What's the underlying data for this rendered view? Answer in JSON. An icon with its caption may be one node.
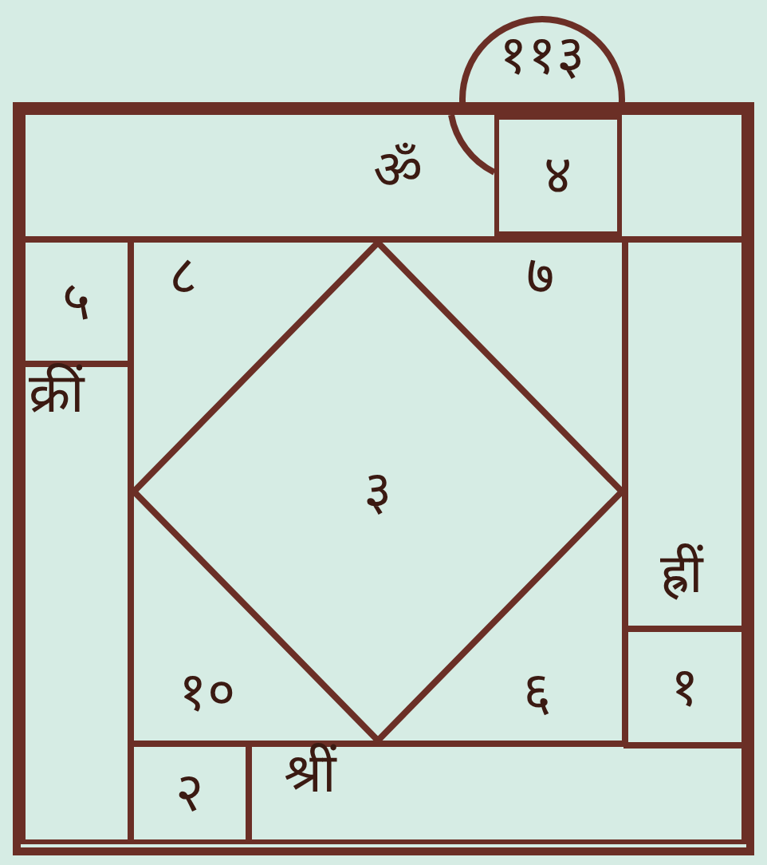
{
  "diagram": {
    "nodes": [
      {
        "text": [
          "११३"
        ]
      },
      {
        "text": [],
        "shape": "box"
      },
      {
        "text": [
          "ॐ"
        ],
        "in": 1
      },
      {
        "text": [
          "४"
        ],
        "in": 2
      },
      {
        "text": [
          "५"
        ],
        "in": 1
      },
      {
        "text": [
          "क्रीं"
        ],
        "in": 1
      },
      {
        "text": [
          "८",
          "७",
          "१०",
          "६"
        ],
        "in": 1
      },
      {
        "text": [
          "३"
        ],
        "in": 6
      },
      {
        "text": [
          "ह्रीं"
        ],
        "in": 1
      },
      {
        "text": [
          "१"
        ],
        "in": 1
      },
      {
        "text": [
          "२"
        ],
        "in": 1
      },
      {
        "text": [
          "श्रीं"
        ],
        "in": 1
      }
    ]
  }
}
